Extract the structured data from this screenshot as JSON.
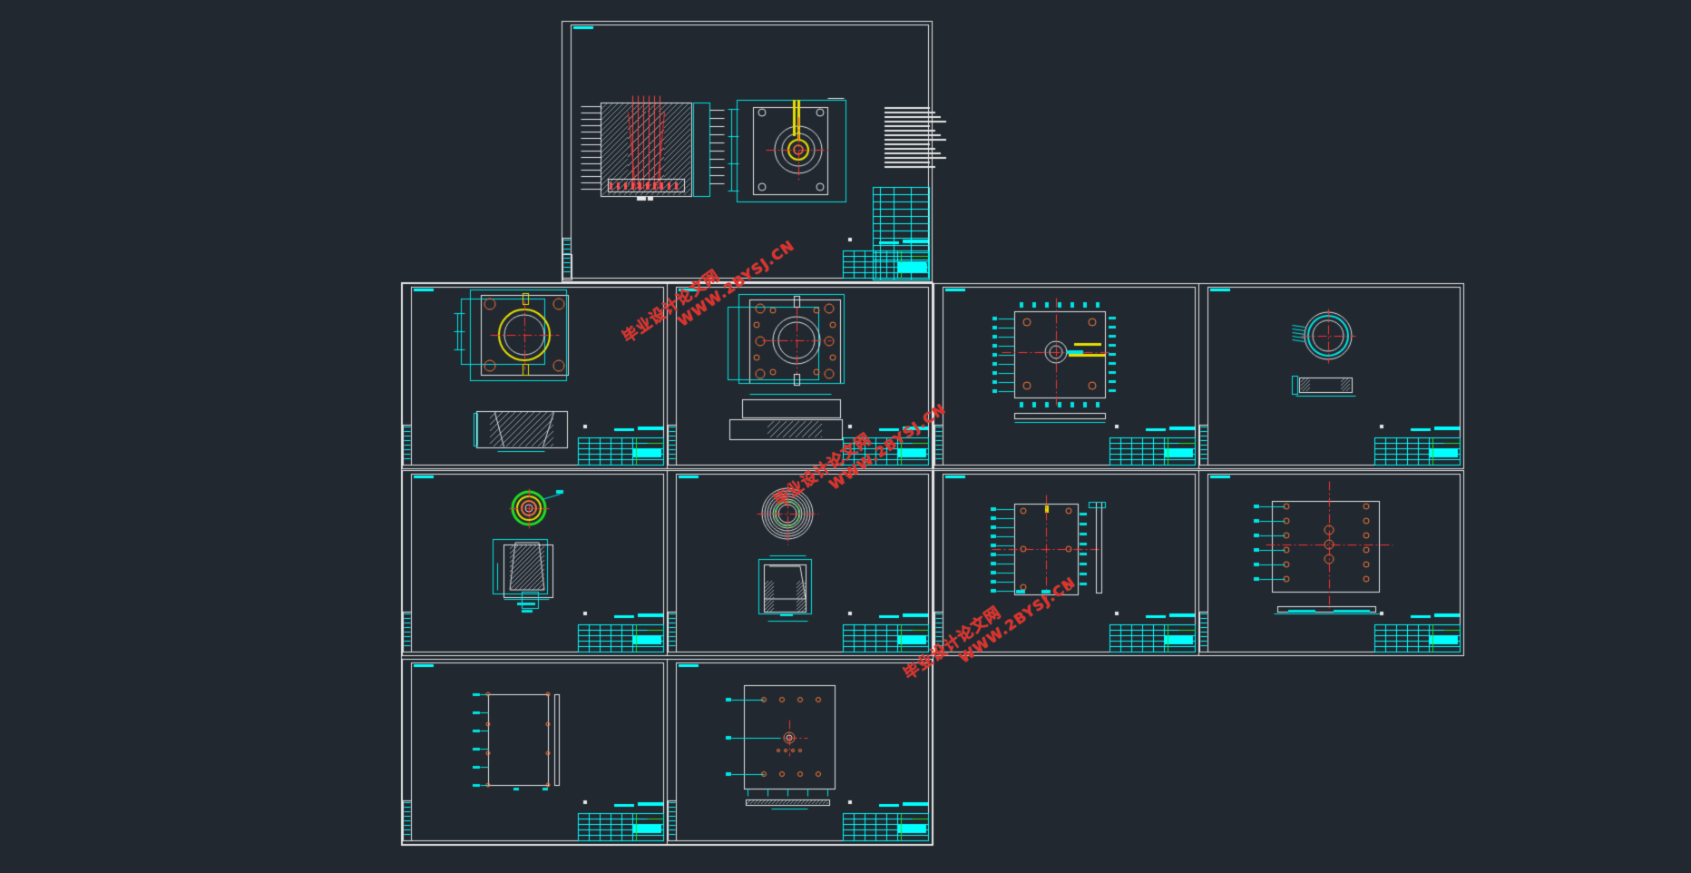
{
  "viewer": {
    "background": "#212830",
    "colors": {
      "frame": "#e6e6e6",
      "dimension": "#00e5e5",
      "centerline": "#ff3030",
      "hole": "#ff7a3a",
      "ring": "#e8e000",
      "title_block": "#00ffff",
      "title_accent": "#20e020"
    }
  },
  "watermark": {
    "site_cn": "毕业设计论文网",
    "site_url": "WWW.2BYSJ.CN",
    "color": "#e0302a"
  },
  "drawing_sheets": [
    {
      "id": "assembly",
      "icon": "mold-assembly-drawing"
    },
    {
      "id": "plate-1",
      "icon": "fixed-plate-drawing"
    },
    {
      "id": "plate-2",
      "icon": "moving-plate-drawing"
    },
    {
      "id": "plate-3",
      "icon": "ejector-plate-drawing"
    },
    {
      "id": "ring",
      "icon": "locating-ring-drawing"
    },
    {
      "id": "core",
      "icon": "core-drawing"
    },
    {
      "id": "cavity",
      "icon": "cavity-drawing"
    },
    {
      "id": "clamp-plate",
      "icon": "clamp-plate-drawing"
    },
    {
      "id": "support-plate",
      "icon": "support-plate-drawing"
    },
    {
      "id": "spacer",
      "icon": "spacer-block-drawing"
    },
    {
      "id": "bottom-plate",
      "icon": "bottom-plate-drawing"
    }
  ]
}
